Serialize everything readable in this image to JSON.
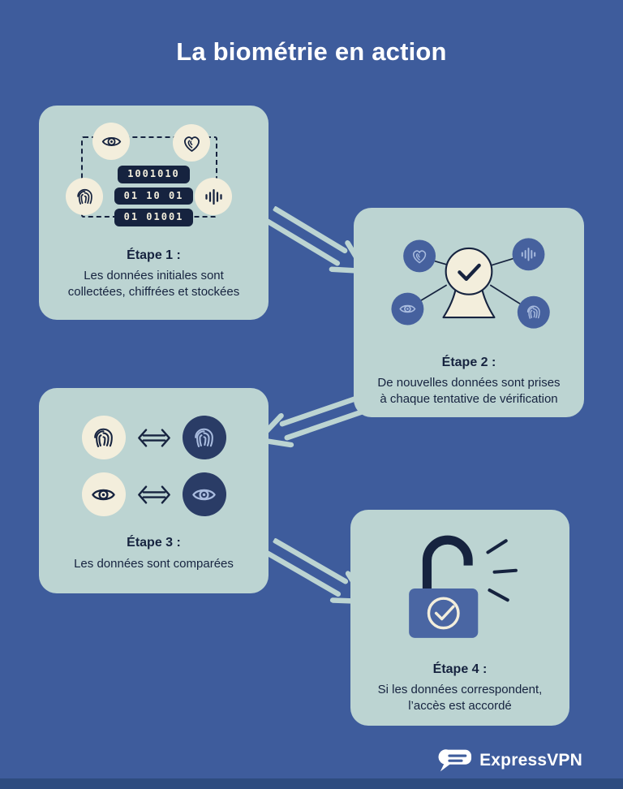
{
  "title": "La biométrie en action",
  "steps": [
    {
      "label": "Étape 1 :",
      "text_lines": [
        "Les données initiales sont",
        "collectées, chiffrées et stockées"
      ],
      "binary_chips": [
        "1001010",
        "01 10 01",
        "01 01001"
      ],
      "icons": [
        "eye-icon",
        "heart-fingerprint-icon",
        "fingerprint-icon",
        "soundwave-icon",
        "scan-frame"
      ]
    },
    {
      "label": "Étape 2 :",
      "text_lines": [
        "De nouvelles données sont prises",
        "à chaque tentative de vérification"
      ],
      "icons": [
        "heart-fingerprint-icon",
        "soundwave-icon",
        "eye-icon",
        "fingerprint-icon",
        "keyhole-person-check-icon"
      ]
    },
    {
      "label": "Étape 3 :",
      "text_lines": [
        "Les données sont comparées"
      ],
      "icons": [
        "fingerprint-icon",
        "compare-arrows-icon",
        "fingerprint-icon",
        "eye-icon",
        "compare-arrows-icon",
        "eye-icon"
      ]
    },
    {
      "label": "Étape 4 :",
      "text_lines": [
        "Si les données correspondent,",
        "l’accès est accordé"
      ],
      "icons": [
        "unlocked-padlock-check-icon",
        "burst-lines-icon"
      ]
    }
  ],
  "brand": {
    "name": "ExpressVPN",
    "icon": "expressvpn-logo-icon"
  },
  "colors": {
    "background": "#3E5C9C",
    "card": "#BCD4D2",
    "navy": "#16233F",
    "cream": "#F3EEDC",
    "accent_blue": "#4A66A3",
    "circle_blue": "#46619E",
    "circle_dark": "#2A3C66",
    "icon_light": "#A9BCDF",
    "footer_bar": "#2E4C80",
    "title_text": "#FFFFFF"
  }
}
